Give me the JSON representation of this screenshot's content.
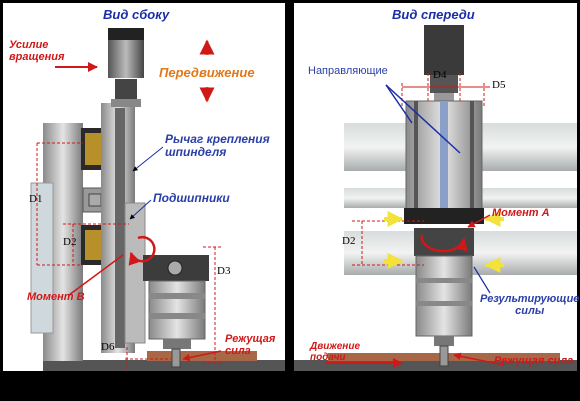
{
  "left_panel": {
    "title": "Вид сбоку",
    "rotation_force": "Усилие\nвращения",
    "movement": "Передвижение",
    "spindle_lever": "Рычаг крепления\nшпинделя",
    "bearings": "Подшипники",
    "moment_b": "Момент B",
    "cutting_force": "Режущая\nсила",
    "dims": {
      "d1": "D1",
      "d2": "D2",
      "d3": "D3",
      "d6": "D6"
    }
  },
  "right_panel": {
    "title": "Вид спереди",
    "guides": "Направляющие",
    "moment_a": "Момент A",
    "resultant_forces": "Результирующие\nсилы",
    "feed_motion": "Движение\nподачи",
    "cutting_force": "Режущая сила",
    "dims": {
      "d2": "D2",
      "d4": "D4",
      "d5": "D5"
    }
  },
  "colors": {
    "title_blue": "#1a2ea8",
    "label_red": "#d01818",
    "movement_orange": "#e07818",
    "arrow_yellow": "#f2e23a"
  }
}
